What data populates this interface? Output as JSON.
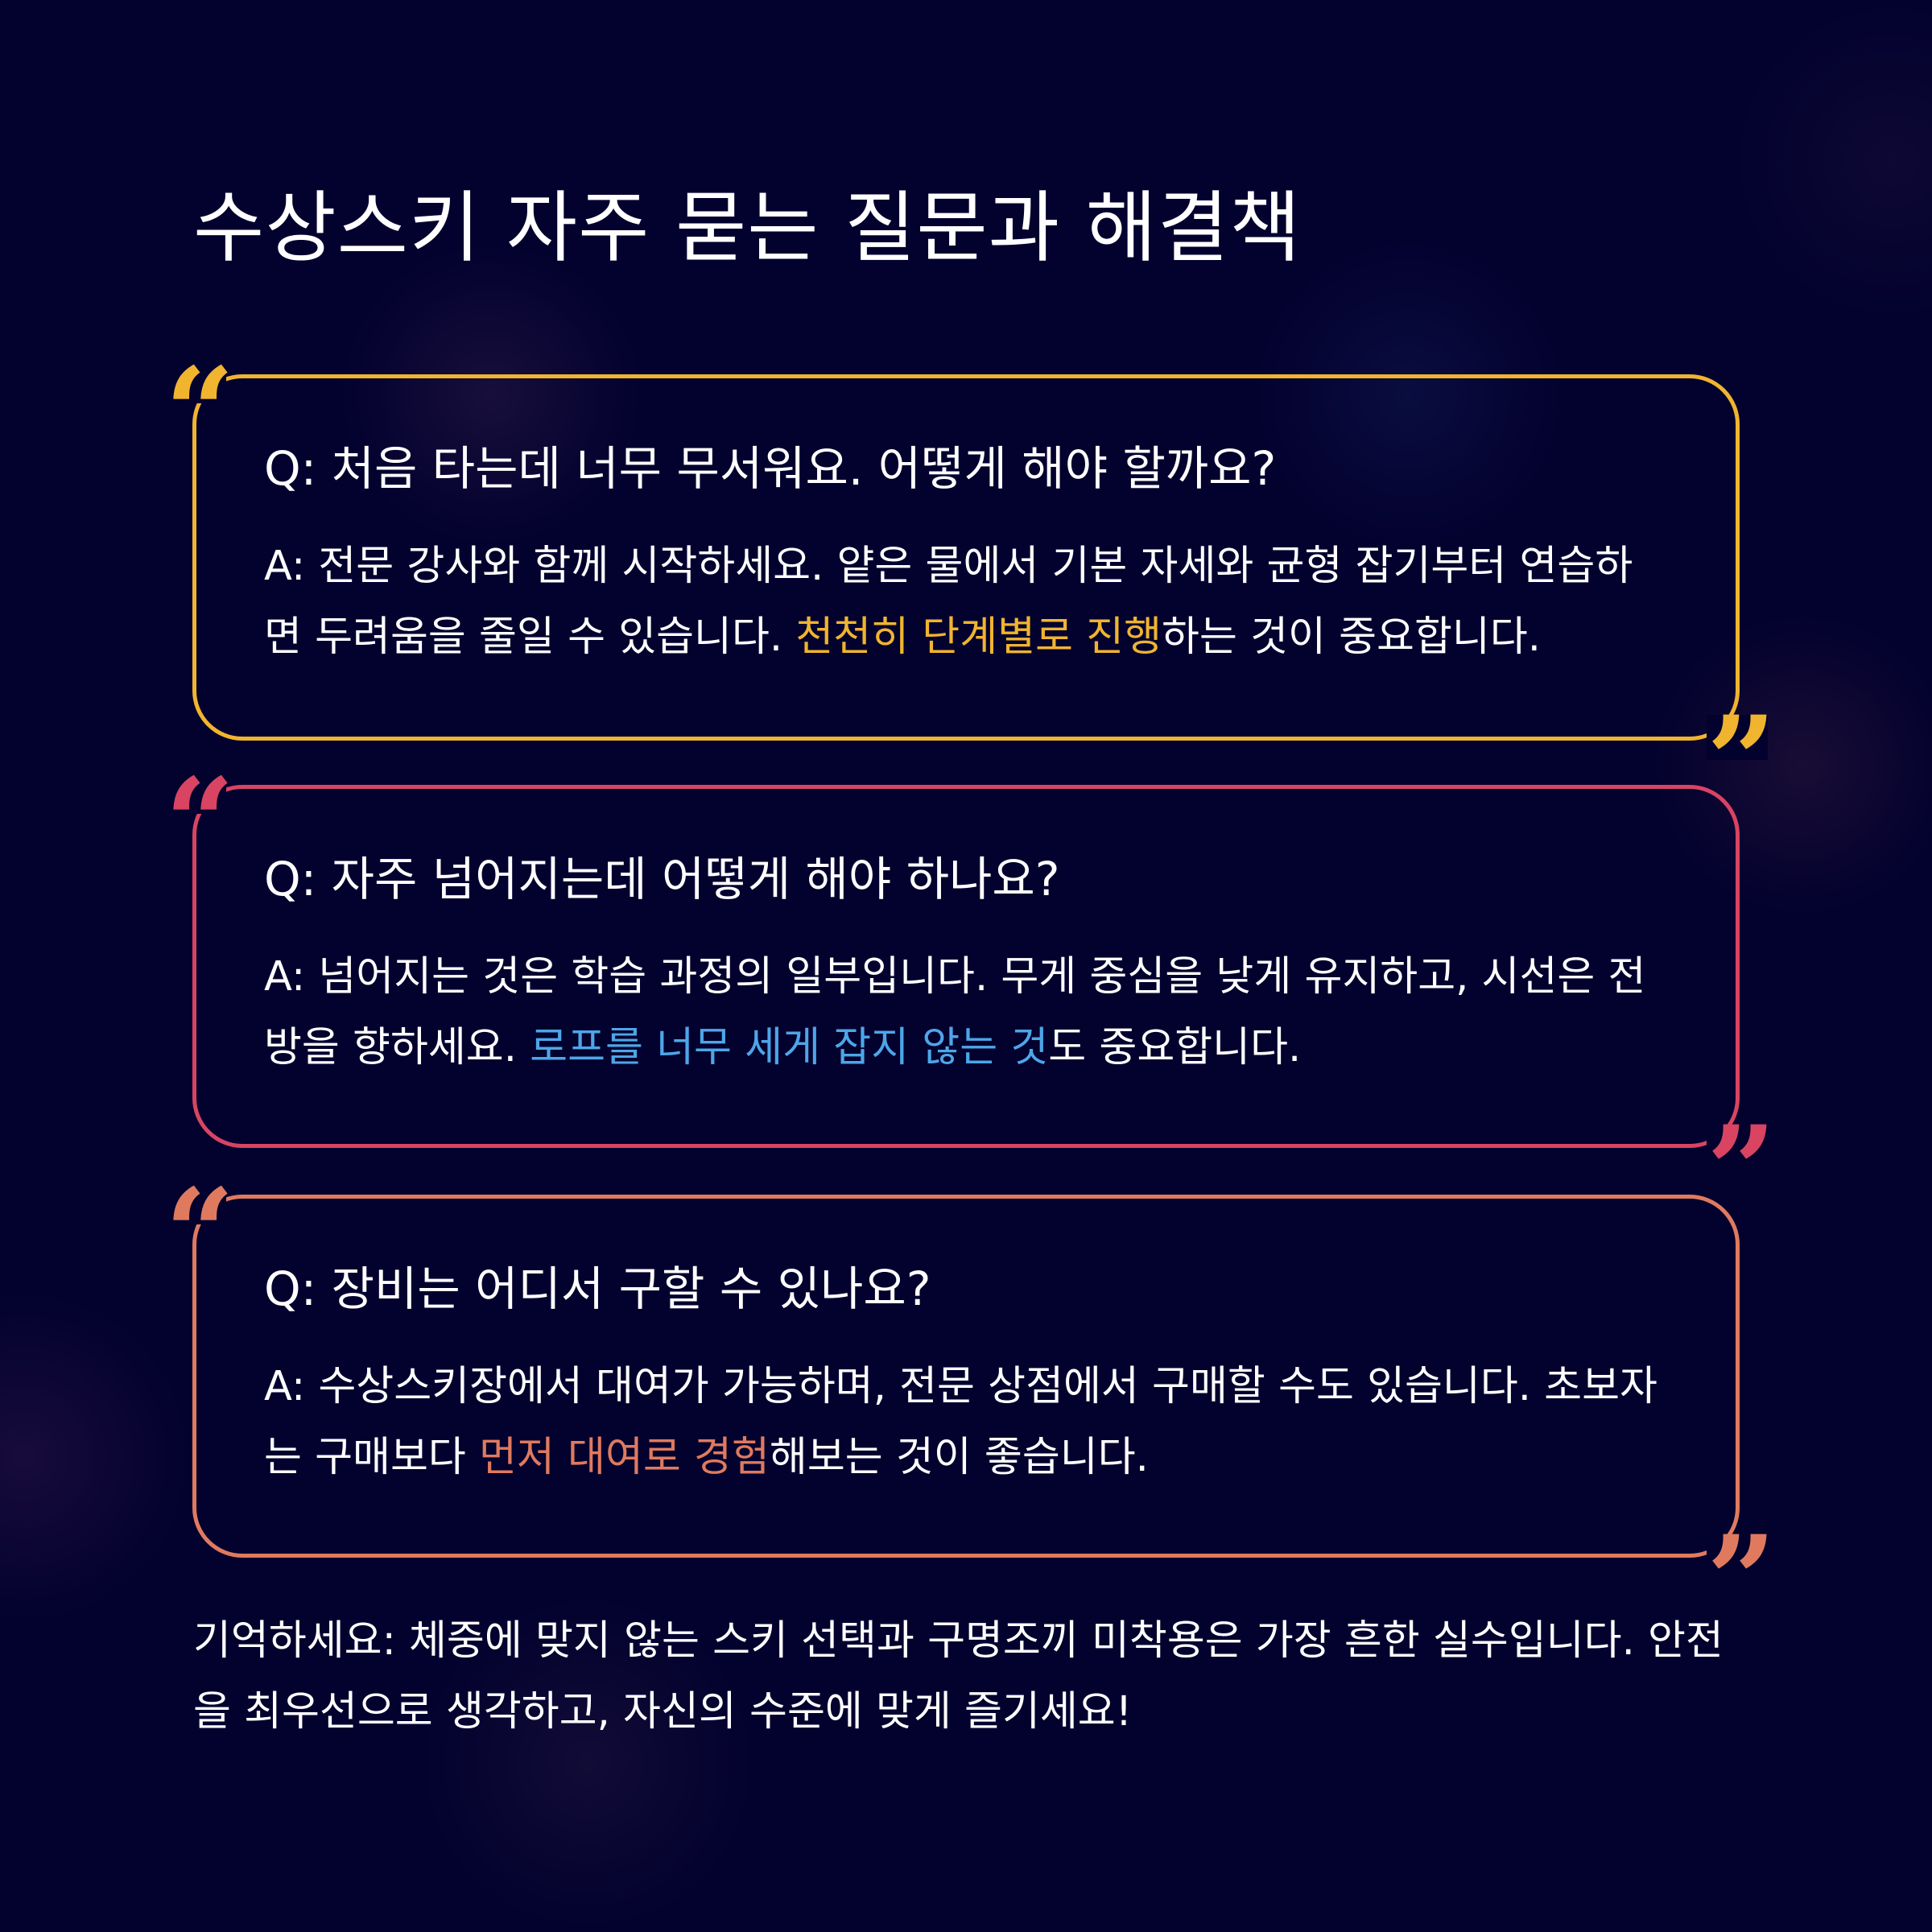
{
  "title": "수상스키 자주 묻는 질문과 해결책",
  "colors": {
    "background": "#03012e",
    "card1_accent": "#f0b42f",
    "card2_accent": "#d84462",
    "card2_highlight": "#4da6e8",
    "card3_accent": "#e07a5f",
    "text": "#ffffff"
  },
  "icons": {
    "open_quote": "“",
    "close_quote": "”"
  },
  "faqs": [
    {
      "question": "Q: 처음 타는데 너무 무서워요. 어떻게 해야 할까요?",
      "answer_before": "A: 전문 강사와 함께 시작하세요. 얕은 물에서 기본 자세와 균형 잡기부터 연습하면 두려움을 줄일 수 있습니다. ",
      "answer_highlight": "천천히 단계별로 진행",
      "answer_after": "하는 것이 중요합니다."
    },
    {
      "question": "Q: 자주 넘어지는데 어떻게 해야 하나요?",
      "answer_before": "A: 넘어지는 것은 학습 과정의 일부입니다. 무게 중심을 낮게 유지하고, 시선은 전방을 향하세요. ",
      "answer_highlight": "로프를 너무 세게 잡지 않는 것",
      "answer_after": "도 중요합니다."
    },
    {
      "question": "Q: 장비는 어디서 구할 수 있나요?",
      "answer_before": "A: 수상스키장에서 대여가 가능하며, 전문 상점에서 구매할 수도 있습니다. 초보자는 구매보다 ",
      "answer_highlight": "먼저 대여로 경험",
      "answer_after": "해보는 것이 좋습니다."
    }
  ],
  "footer": "기억하세요: 체중에 맞지 않는 스키 선택과 구명조끼 미착용은 가장 흔한 실수입니다. 안전을 최우선으로 생각하고, 자신의 수준에 맞게 즐기세요!"
}
